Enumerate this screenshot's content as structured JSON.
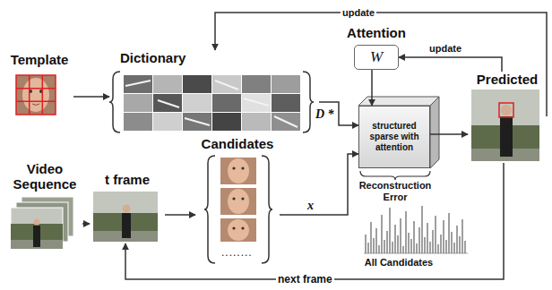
{
  "diagram": {
    "nodes": [
      {
        "text": [
          "Template"
        ]
      },
      {
        "text": [
          "Dictionary"
        ]
      },
      {
        "text": [
          "Attention",
          "W"
        ]
      },
      {
        "text": [
          "Video Sequence"
        ]
      },
      {
        "text": [
          "t frame"
        ]
      },
      {
        "text": [
          "Candidates"
        ]
      },
      {
        "text": [
          "structured sparse with attention"
        ]
      },
      {
        "text": [
          "Predicted"
        ]
      }
    ],
    "edges": [
      {
        "from": 0,
        "to": 1,
        "arrow": "to"
      },
      {
        "from": 1,
        "to": 6,
        "label": "D *",
        "arrow": "to"
      },
      {
        "from": 2,
        "to": 6,
        "arrow": "to"
      },
      {
        "from": 3,
        "to": 4,
        "arrow": "to"
      },
      {
        "from": 4,
        "to": 5,
        "arrow": "to"
      },
      {
        "from": 5,
        "to": 6,
        "label": "x",
        "arrow": "to"
      },
      {
        "from": 6,
        "to": 7,
        "arrow": "to"
      },
      {
        "from": 7,
        "to": 2,
        "label": "update",
        "arrow": "to"
      },
      {
        "from": 7,
        "to": 1,
        "label": "update",
        "arrow": "to"
      },
      {
        "from": 7,
        "to": 4,
        "label": "next frame",
        "arrow": "to"
      }
    ],
    "labels": [
      "Reconstruction Error",
      "All Candidates",
      "........"
    ]
  }
}
